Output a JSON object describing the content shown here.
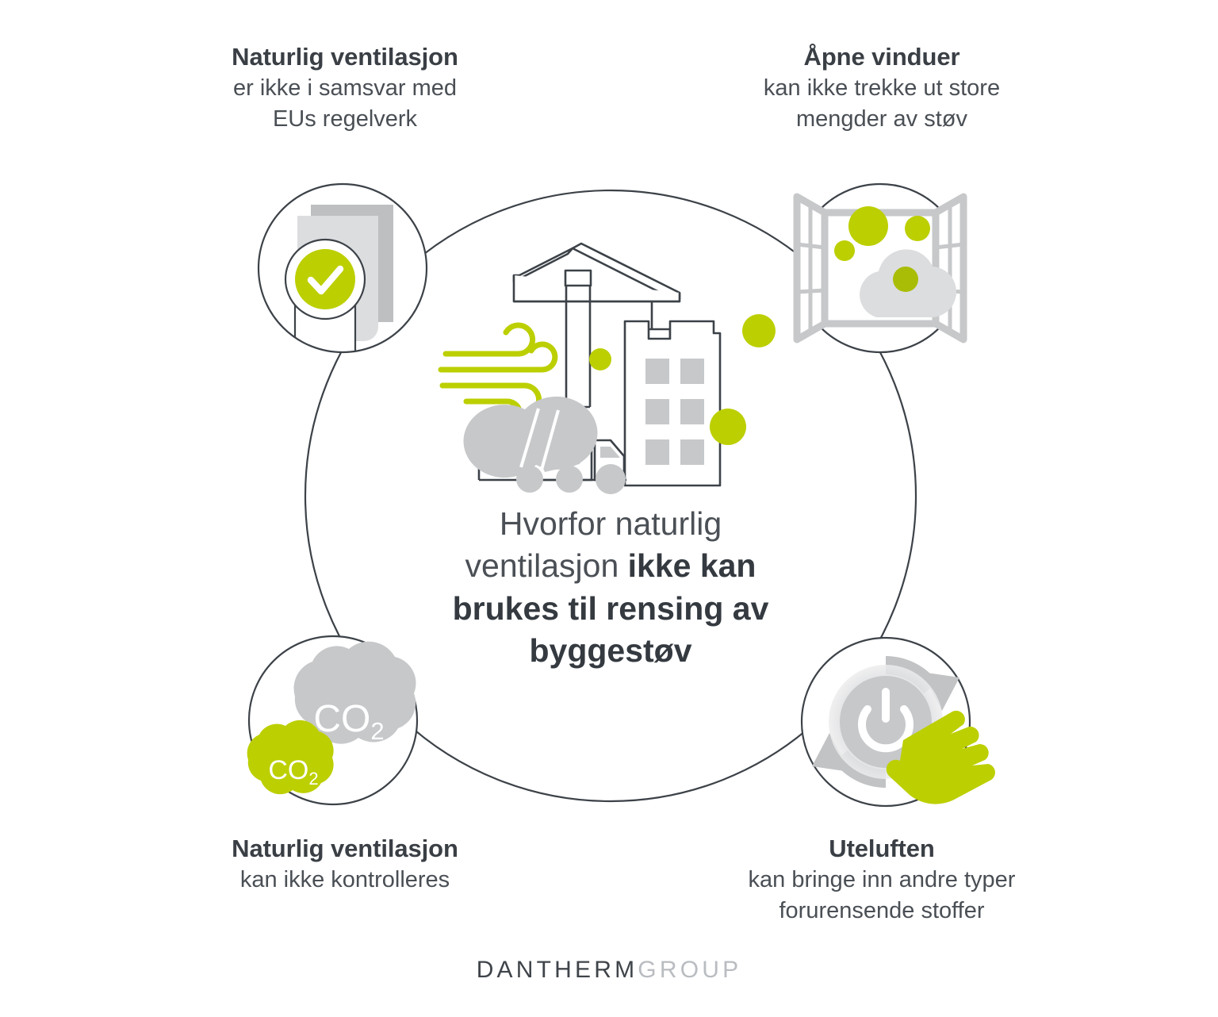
{
  "colors": {
    "green": "#bccf00",
    "green_dark": "#a9bd06",
    "dark": "#3a3f45",
    "gray_mid": "#c6c8ca",
    "gray_light": "#dcdddf",
    "gray_dark": "#b2b5b8",
    "outline": "#3c4248",
    "background": "#ffffff"
  },
  "center": {
    "line1_light": "Hvorfor naturlig",
    "line2_light": "ventilasjon ",
    "line2_strong": "ikke kan",
    "line3_strong": "brukes til rensing av",
    "line4_strong": "byggestøv",
    "full_text": "Hvorfor naturlig ventilasjon ikke kan brukes til rensing av byggestøv"
  },
  "labels": {
    "top_left": {
      "title": "Naturlig ventilasjon",
      "sub_lines": [
        "er ikke i samsvar med",
        "EUs regelverk"
      ],
      "icon": "certified-document-icon"
    },
    "top_right": {
      "title": "Åpne vinduer",
      "sub_lines": [
        "kan ikke trekke ut store",
        "mengder av støv"
      ],
      "icon": "open-window-dust-icon"
    },
    "bottom_left": {
      "title": "Naturlig ventilasjon",
      "sub_lines": [
        "kan ikke kontrolleres"
      ],
      "icon": "co2-clouds-icon"
    },
    "bottom_right": {
      "title": "Uteluften",
      "sub_lines": [
        "kan bringe inn andre typer",
        "forurensende stoffer"
      ],
      "icon": "power-button-hand-icon"
    }
  },
  "icon_text": {
    "co2_large": "CO",
    "co2_large_sub": "2",
    "co2_small": "CO",
    "co2_small_sub": "2"
  },
  "logo": {
    "part1": "DANTHERM",
    "part2": "GROUP"
  }
}
